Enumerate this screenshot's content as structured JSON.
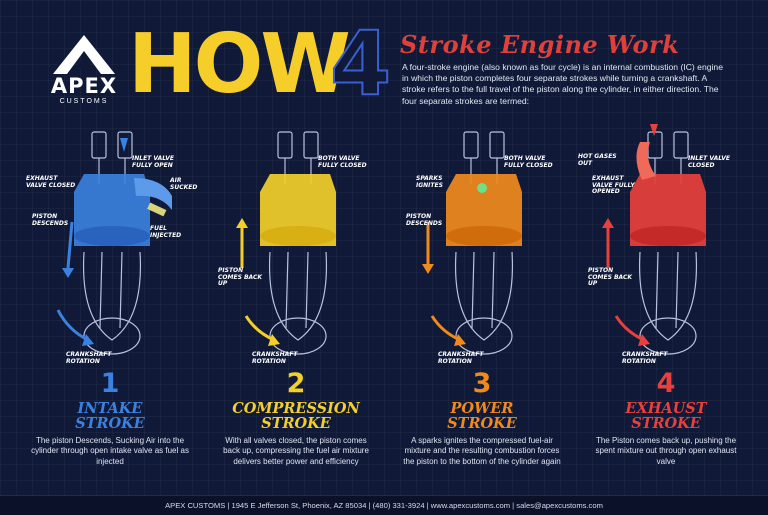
{
  "brand": {
    "name": "APEX",
    "tagline": "CUSTOMS"
  },
  "hero": {
    "how": "HOW",
    "four": "4",
    "headline": "Stroke Engine Work"
  },
  "intro": "A four-stroke engine (also known as four cycle) is an internal combustion (IC) engine in which the piston completes four separate strokes while turning a crankshaft. A stroke refers to the full travel of the piston along the cylinder, in either direction. The four separate strokes are termed:",
  "strokes": [
    {
      "number": "1",
      "title_line1": "Intake",
      "title_line2": "Stroke",
      "color": "#3b82e0",
      "description": "The piston Descends, Sucking Air into the cylinder through open intake valve as fuel as injected",
      "labels": {
        "valve_left": "Exhaust Valve Closed",
        "valve_right": "Inlet Valve Fully Open",
        "side_extra": "Air Sucked",
        "fuel": "Fuel Injected",
        "piston": "Piston Descends",
        "crank": "Crankshaft Rotation"
      }
    },
    {
      "number": "2",
      "title_line1": "Compression",
      "title_line2": "Stroke",
      "color": "#f3cf2a",
      "description": "With all valves closed, the piston comes back up, compressing the fuel air mixture delivers better power and efficiency",
      "labels": {
        "valve_right": "Both Valve Fully Closed",
        "piston": "Piston Comes Back Up",
        "crank": "Crankshaft Rotation"
      }
    },
    {
      "number": "3",
      "title_line1": "Power",
      "title_line2": "Stroke",
      "color": "#f08a1c",
      "description": "A sparks ignites the compressed fuel-air mixture and the resulting combustion forces the piston to the bottom of the cylinder again",
      "labels": {
        "valve_right": "Both Valve Fully Closed",
        "spark": "Sparks Ignites",
        "piston": "Piston Descends",
        "crank": "Crankshaft Rotation"
      }
    },
    {
      "number": "4",
      "title_line1": "Exhaust",
      "title_line2": "Stroke",
      "color": "#e8403c",
      "description": "The Piston comes back up, pushing the spent mixture out through open exhaust valve",
      "labels": {
        "gases": "Hot Gases Out",
        "valve_left": "Exhaust Valve Fully Opened",
        "valve_right": "Inlet Valve Closed",
        "piston": "Piston Comes Back Up",
        "crank": "Crankshaft Rotation"
      }
    }
  ],
  "footer": "APEX CUSTOMS | 1945 E Jefferson St, Phoenix, AZ 85034 | (480) 331-3924 | www.apexcustoms.com | sales@apexcustoms.com"
}
